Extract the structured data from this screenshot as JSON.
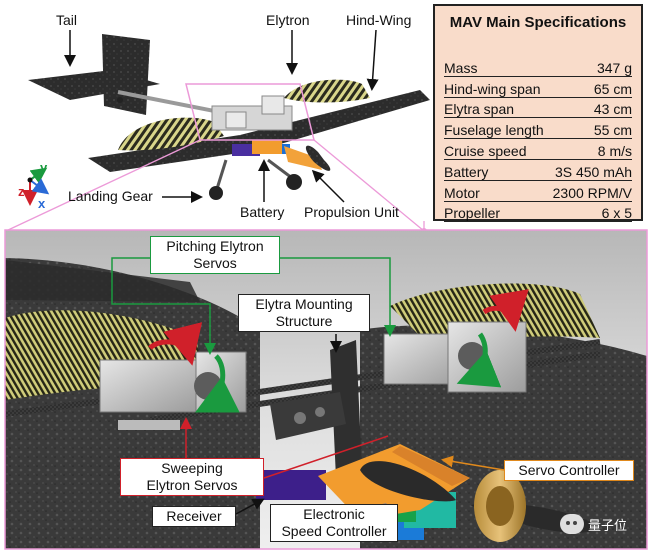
{
  "specs": {
    "title": "MAV Main Specifications",
    "rows": [
      {
        "label": "Mass",
        "value": "347 g"
      },
      {
        "label": "Hind-wing span",
        "value": "65 cm"
      },
      {
        "label": "Elytra span",
        "value": "43 cm"
      },
      {
        "label": "Fuselage length",
        "value": "55 cm"
      },
      {
        "label": "Cruise speed",
        "value": "8 m/s"
      },
      {
        "label": "Battery",
        "value": "3S 450 mAh"
      },
      {
        "label": "Motor",
        "value": "2300 RPM/V"
      },
      {
        "label": "Propeller",
        "value": "6 x 5"
      }
    ]
  },
  "top_labels": {
    "tail": "Tail",
    "elytron": "Elytron",
    "hind_wing": "Hind-Wing",
    "landing_gear": "Landing Gear",
    "battery": "Battery",
    "propulsion_unit": "Propulsion Unit"
  },
  "axes": {
    "x": "x",
    "y": "y",
    "z": "z"
  },
  "detail_labels": {
    "pitching_servos_1": "Pitching Elytron",
    "pitching_servos_2": "Servos",
    "mounting_1": "Elytra Mounting",
    "mounting_2": "Structure",
    "sweeping_1": "Sweeping",
    "sweeping_2": "Elytron Servos",
    "servo_controller": "Servo Controller",
    "receiver": "Receiver",
    "esc_1": "Electronic",
    "esc_2": "Speed Controller"
  },
  "watermark": {
    "text": "量子位"
  },
  "colors": {
    "spec_bg": "#f9dcca",
    "green": "#1a9a3f",
    "red": "#d0202a",
    "orange": "#e0891c",
    "blue": "#2a6ad6",
    "magenta_frame": "#ec9ad8"
  }
}
